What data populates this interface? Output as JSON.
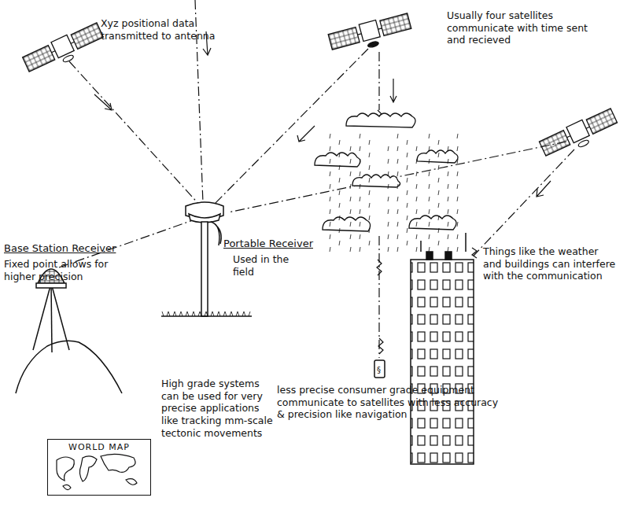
{
  "diagram": {
    "nodes": [
      {
        "text": [
          "WORLD MAP"
        ]
      }
    ],
    "labels": [
      "Xyz positional data transmitted to antenna",
      "Usually four satellites communicate with time sent and recieved",
      "Base Station Receiver",
      "Fixed point allows for higher precision",
      "Portable Receiver",
      "Used in the field",
      "Things like the weather and buildings can interfere with the communication",
      "less precise consumer grade equipment communicate to satellites with less accuracy & precision like navigation",
      "High grade systems can be used for very precise applications like tracking mm-scale tectonic movements"
    ]
  }
}
